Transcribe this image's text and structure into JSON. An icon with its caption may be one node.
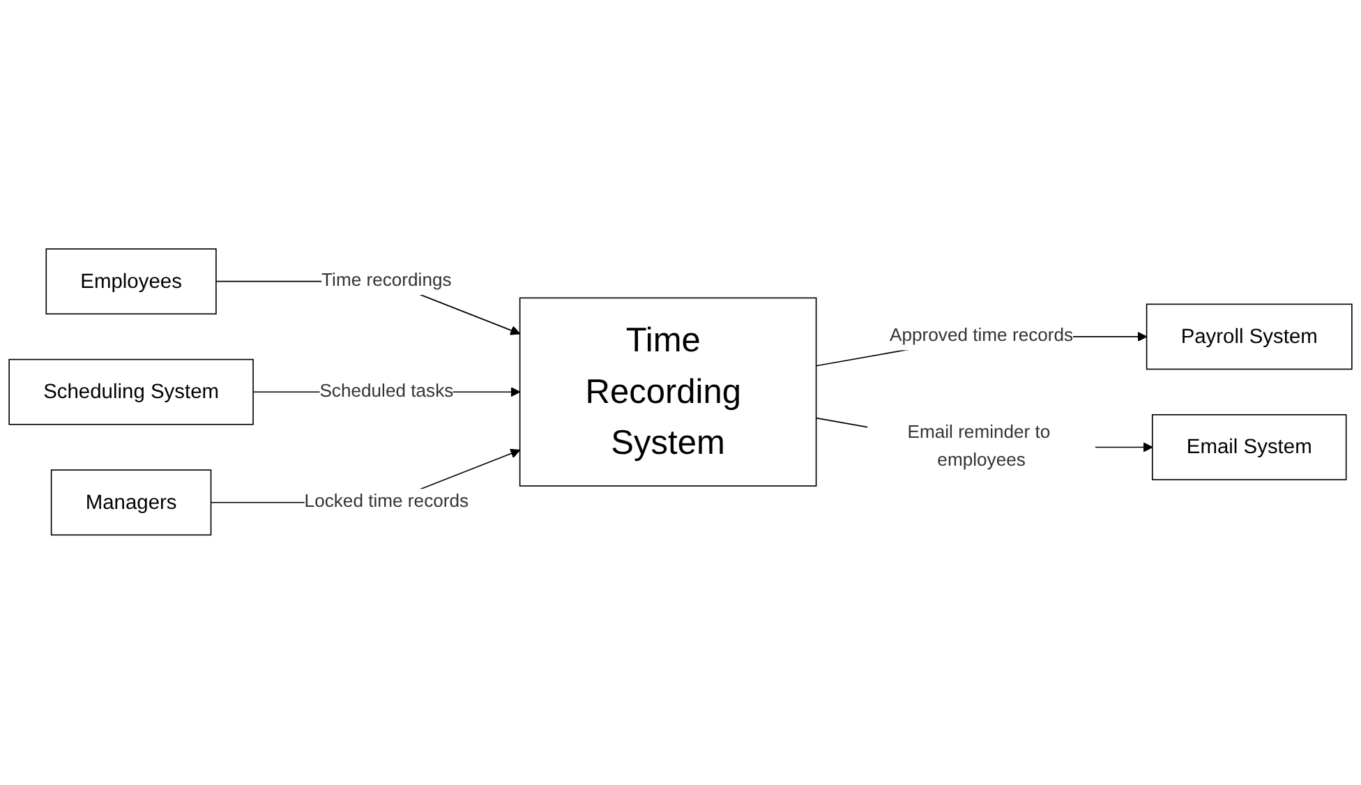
{
  "diagram": {
    "nodes": [
      {
        "text": [
          "Employees"
        ]
      },
      {
        "text": [
          "Time Recording System"
        ]
      },
      {
        "text": [
          "Payroll System"
        ]
      },
      {
        "text": [
          "Email System"
        ]
      },
      {
        "text": [
          "Scheduling System"
        ]
      },
      {
        "text": [
          "Managers"
        ]
      }
    ],
    "edges": [
      {
        "from": 0,
        "to": 1,
        "arrow": "to",
        "label": "Time recordings"
      },
      {
        "from": 1,
        "to": 2,
        "arrow": "to",
        "label": "Approved time records"
      },
      {
        "from": 1,
        "to": 3,
        "arrow": "to",
        "label": "Email reminder to employees"
      },
      {
        "from": 4,
        "to": 1,
        "arrow": "to",
        "label": "Scheduled tasks"
      },
      {
        "from": 5,
        "to": 1,
        "arrow": "to",
        "label": "Locked time records"
      }
    ]
  }
}
